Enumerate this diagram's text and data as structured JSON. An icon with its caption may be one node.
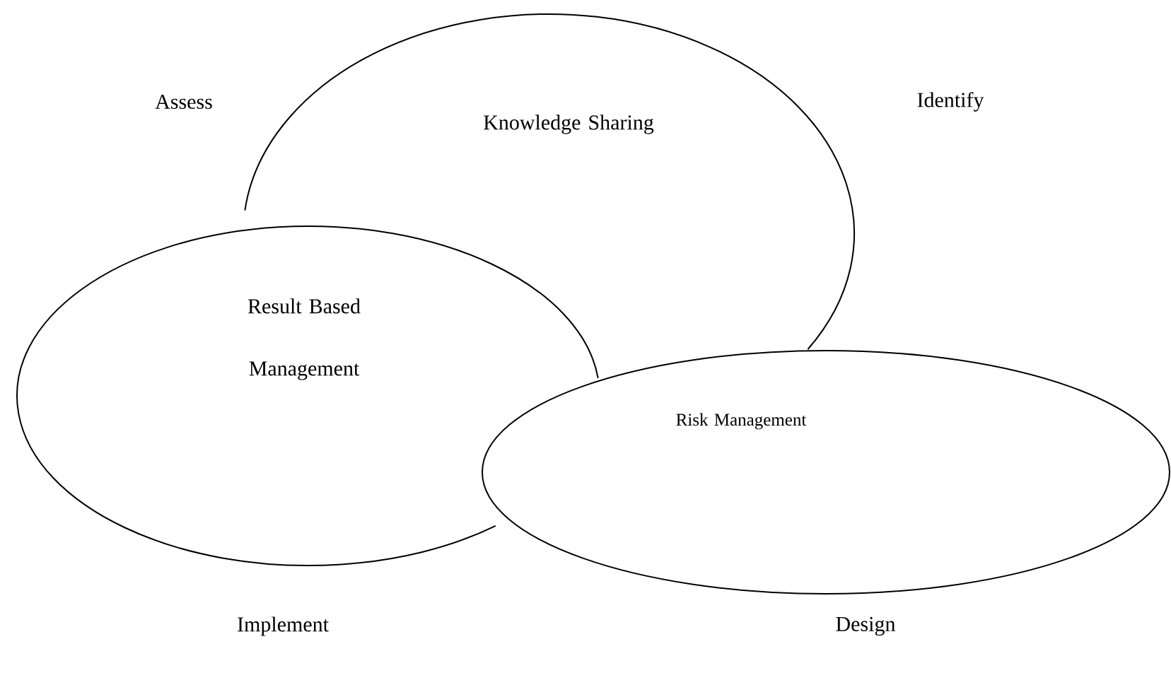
{
  "diagram": {
    "nodes": [
      {
        "text": [
          "Knowledge Sharing"
        ]
      },
      {
        "text": [
          "Result Based Management"
        ]
      },
      {
        "text": [
          "Risk Management"
        ]
      }
    ],
    "labels": [
      "Assess",
      "Identify",
      "Implement",
      "Design"
    ]
  }
}
